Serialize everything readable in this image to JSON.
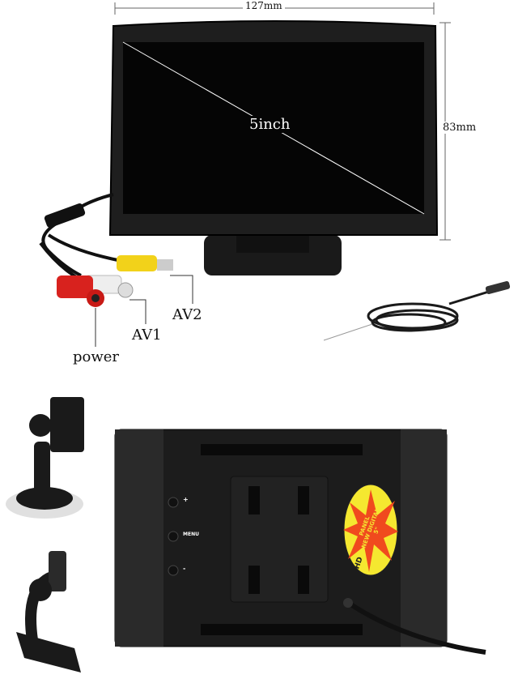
{
  "dimensions": {
    "width": "127mm",
    "height": "83mm",
    "diagonal": "5inch"
  },
  "connectors": {
    "av1": "AV1",
    "av2": "AV2",
    "power": "power"
  },
  "back_panel": {
    "button_plus": "+",
    "button_menu": "MENU",
    "button_minus": "-",
    "sticker": {
      "hd": "HD",
      "panel": "PANEL",
      "new_digital": "NEW DIGITAL",
      "size": "5\""
    }
  },
  "colors": {
    "screen": "#050505",
    "body": "#1c1c1c",
    "sticker_bg": "#f5e830",
    "sticker_star": "#f04a1e",
    "rca_yellow": "#f2d21a",
    "rca_red": "#d8221e",
    "rca_white": "#eeeeee"
  }
}
